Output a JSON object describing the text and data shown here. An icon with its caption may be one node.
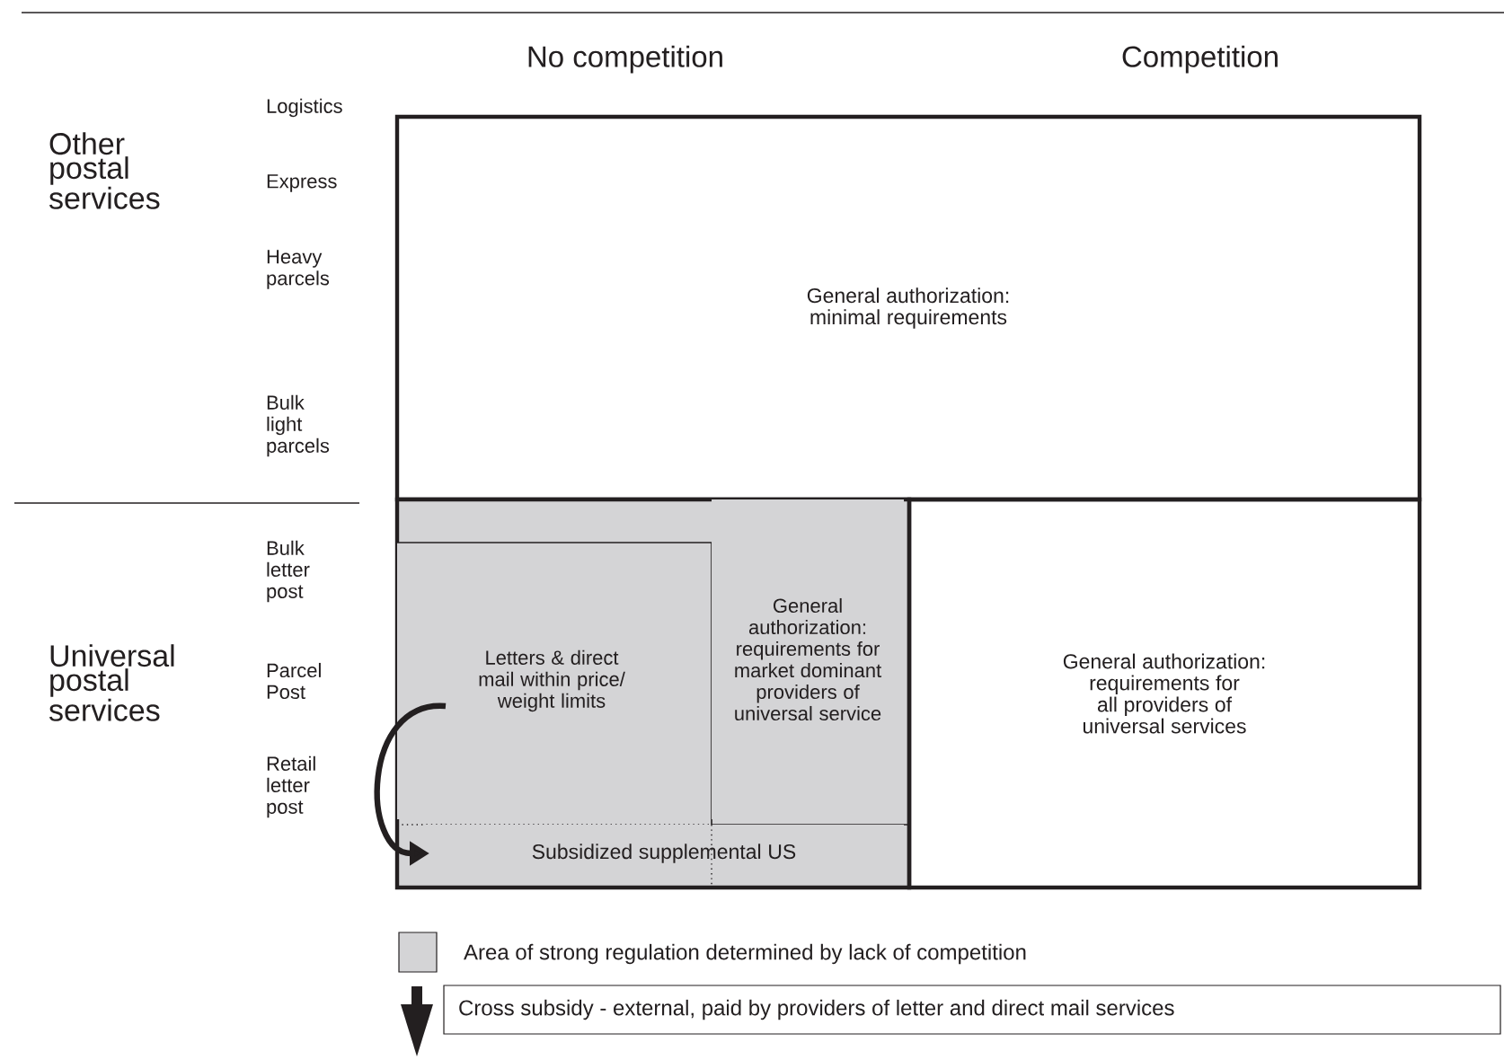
{
  "diagram": {
    "nodes": [
      {
        "text": [
          "General authorization: minimal requirements"
        ]
      },
      {
        "text": [],
        "shape": "box"
      },
      {
        "text": [
          "Letters & direct mail within price/ weight limits"
        ],
        "in": 1
      },
      {
        "text": [
          "General authorization: requirements for market dominant providers of universal service"
        ],
        "in": 1
      },
      {
        "text": [
          "Subsidized supplemental US"
        ],
        "in": 1
      },
      {
        "text": [
          "General authorization: requirements for all providers of universal services"
        ]
      }
    ],
    "edges": [
      {
        "from": 2,
        "to": 4,
        "arrow": "to"
      }
    ],
    "labels": [
      "No competition",
      "Competition",
      "Other postal services",
      "Logistics",
      "Express",
      "Heavy parcels",
      "Bulk light parcels",
      "Universal postal services",
      "Bulk letter post",
      "Parcel Post",
      "Retail letter post"
    ],
    "legend": [
      {
        "text": "Area of strong regulation determined by lack of competition",
        "color": "#d4d4d6"
      },
      {
        "text": "Cross subsidy - external, paid by providers of letter and direct mail services"
      }
    ]
  }
}
